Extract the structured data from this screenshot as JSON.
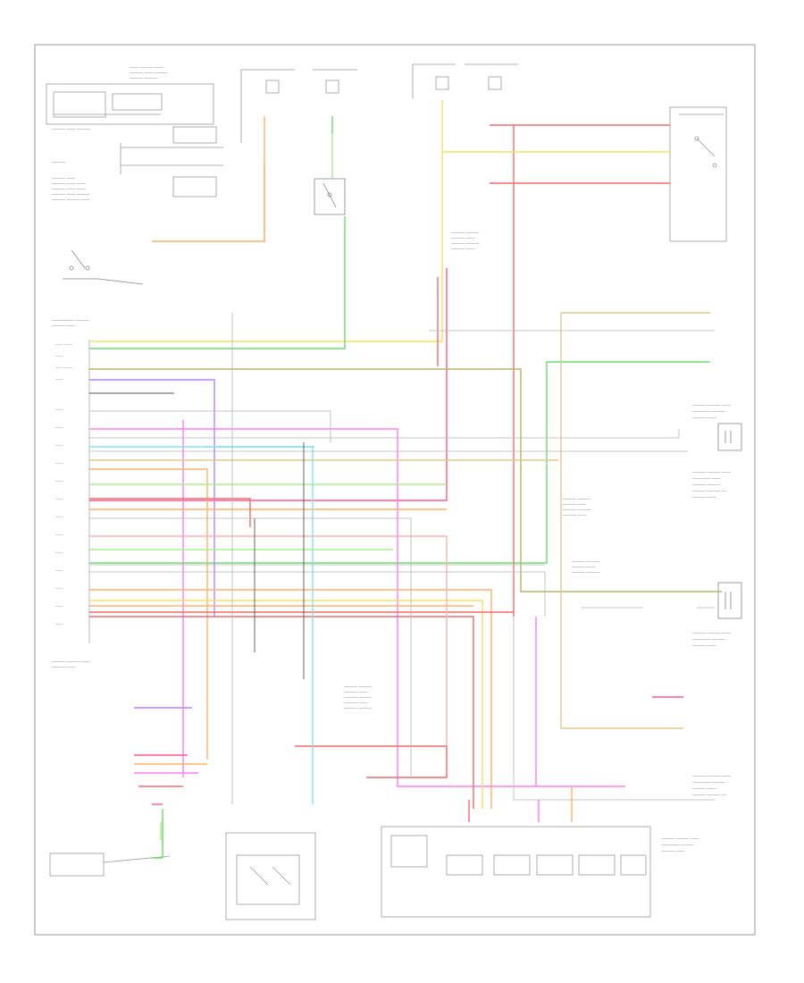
{
  "diagram": {
    "footer_code": "",
    "wire_colors": {
      "red": "#f26b6b",
      "pink_red": "#ff5a8a",
      "orange": "#ffb266",
      "yellow": "#f5e25a",
      "green": "#6ddc6d",
      "lime": "#a8f08a",
      "cyan": "#7fe6f0",
      "magenta": "#ff7cf0",
      "violet": "#b880ff",
      "olive": "#b9b36a",
      "tan": "#e2c98a",
      "gray": "#b5b5b5",
      "black": "#555555"
    },
    "components": [
      {
        "id": "data-link-connector",
        "icon": "connector-icon"
      },
      {
        "id": "instrument-cluster",
        "icon": "box-icon"
      },
      {
        "id": "fuse-panel-left",
        "icon": "fuse-icon"
      },
      {
        "id": "fuse-panel-center",
        "icon": "fuse-icon"
      },
      {
        "id": "fuse-panel-right-a",
        "icon": "fuse-icon"
      },
      {
        "id": "fuse-panel-right-b",
        "icon": "fuse-icon"
      },
      {
        "id": "ignition-relay",
        "icon": "relay-icon"
      },
      {
        "id": "transmission-control-module",
        "icon": "module-icon"
      },
      {
        "id": "brake-switch",
        "icon": "switch-icon"
      },
      {
        "id": "sensor-right-upper",
        "icon": "sensor-icon"
      },
      {
        "id": "sensor-right-middle",
        "icon": "sensor-icon"
      },
      {
        "id": "transmission-range-sensor",
        "icon": "sensor-icon"
      },
      {
        "id": "solenoid-body",
        "icon": "solenoid-icon"
      },
      {
        "id": "shift-solenoids",
        "icon": "solenoid-icon"
      }
    ]
  }
}
